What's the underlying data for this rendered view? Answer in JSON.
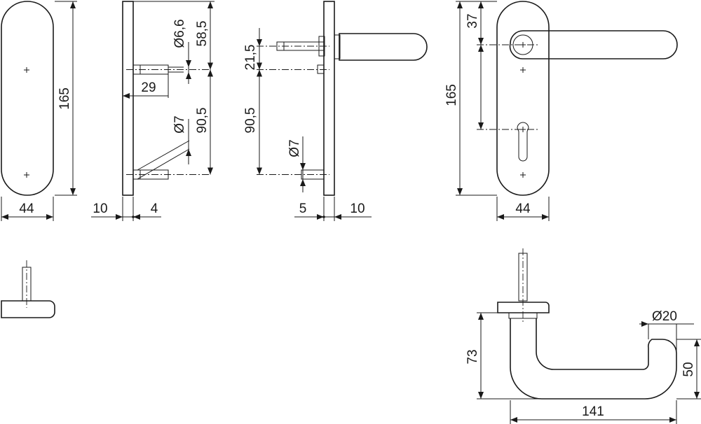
{
  "drawing": {
    "dimensions": {
      "plate_width_left": "44",
      "plate_height_left": "165",
      "rose_thickness_left": "10",
      "pin_offset_left": "4",
      "screw_spacing_top": "29",
      "screw_diameter": "Ø6,6",
      "height_upper": "58,5",
      "pin_diameter_left": "Ø7",
      "height_lower": "90,5",
      "spindle_offset": "21,5",
      "height_lower_mid": "90,5",
      "pin_diameter_mid": "Ø7",
      "pin_offset_mid": "5",
      "rose_thickness_mid": "10",
      "handle_offset_top": "37",
      "plate_height_right": "165",
      "plate_width_right": "44",
      "handle_diameter": "Ø20",
      "handle_height": "73",
      "handle_projection": "50",
      "handle_length": "141"
    }
  }
}
